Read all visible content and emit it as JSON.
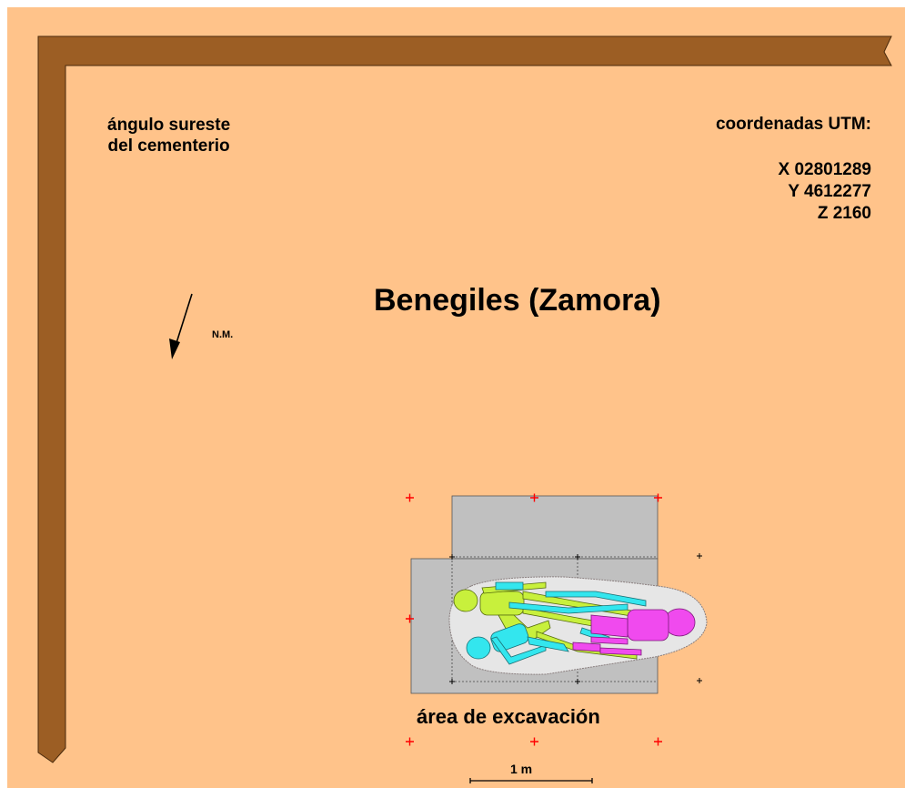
{
  "labels": {
    "corner_line1": "ángulo sureste",
    "corner_line2": "del cementerio",
    "utm_title": "coordenadas UTM:",
    "utm_x": "X 02801289",
    "utm_y": "Y 4612277",
    "utm_z": "Z 2160",
    "site_title": "Benegiles (Zamora)",
    "north": "N.M.",
    "area": "área de excavación",
    "scale": "1 m"
  },
  "colors": {
    "ground": "#FFC38A",
    "wall": "#9C5E24",
    "excavation": "#C0C0C0",
    "grave": "#E6E6E6",
    "skeleton_green": "#C8F03C",
    "skeleton_cyan": "#33E6EE",
    "skeleton_magenta": "#F04AEE",
    "marker_red": "#FF0000"
  },
  "icons": {
    "north_arrow": "arrow-icon",
    "grid_marker": "plus-icon"
  }
}
